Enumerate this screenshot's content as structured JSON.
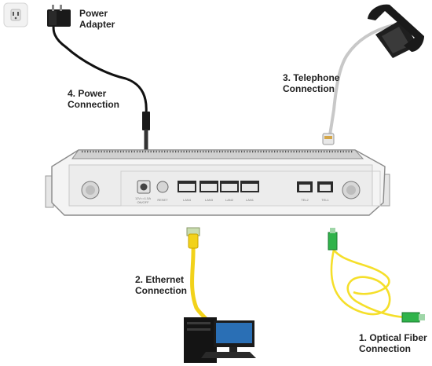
{
  "labels": {
    "power_adapter": [
      "Power",
      "Adapter"
    ],
    "power_connection": [
      "4. Power",
      "Connection"
    ],
    "telephone_connection": [
      "3. Telephone",
      "Connection"
    ],
    "ethernet_connection": [
      "2. Ethernet",
      "Connection"
    ],
    "optical_fiber_connection": [
      "1.  Optical Fiber",
      "Connection"
    ]
  },
  "router_ports": {
    "power": "12V==1.5A",
    "on_off": "ON/OFF",
    "reset": "RESET",
    "lan_ports": [
      "LAN4",
      "LAN3",
      "LAN2",
      "LAN1"
    ],
    "tel_ports": [
      "TEL2",
      "TEL1"
    ]
  },
  "colors": {
    "ethernet_cable": "#f2d21a",
    "fiber_cable": "#f5df2a",
    "fiber_connector": "#2fb34a",
    "router_body": "#f4f4f4",
    "cable_dark": "#111111",
    "phone_cord": "#c8c8c8"
  },
  "icons": [
    "wall-outlet-icon",
    "power-adapter-icon",
    "telephone-icon",
    "router-icon",
    "desktop-computer-icon"
  ]
}
